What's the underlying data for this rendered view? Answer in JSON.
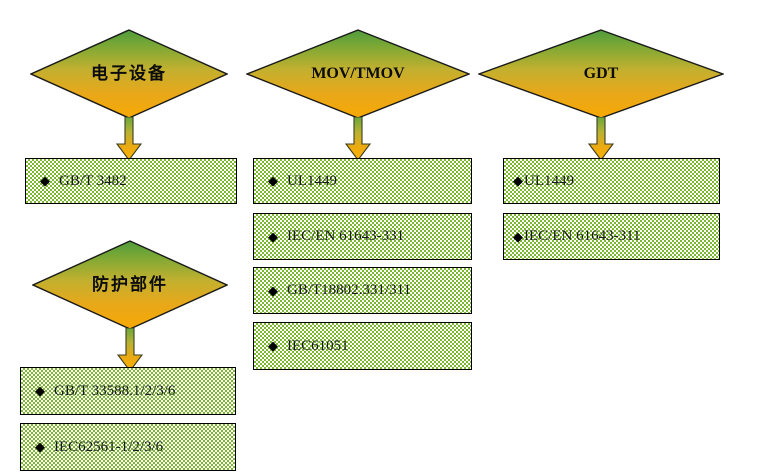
{
  "diagram": {
    "title": "Surge protection component standards map",
    "background_color": "#ffffff",
    "palette": {
      "diamond_gradient_top": "#4f9b3c",
      "diamond_gradient_mid": "#c8b330",
      "diamond_gradient_bottom": "#f4a505",
      "diamond_outline": "#1a1a1a",
      "box_pattern_green": "#7cb82f",
      "box_pattern_white": "#ffffff",
      "box_outline": "#000000",
      "text_color": "#1a1a1a",
      "bullet_color": "#000000"
    },
    "bullet_glyph": "◆",
    "columns": [
      {
        "id": "electronic-equipment",
        "node": {
          "label": "电子设备",
          "shape": "diamond",
          "script": "cjk"
        },
        "connector": {
          "type": "block-arrow-down",
          "direction": "down"
        },
        "items": [
          {
            "label": "GB/T 3482"
          }
        ]
      },
      {
        "id": "mov-tmov",
        "node": {
          "label": "MOV/TMOV",
          "shape": "diamond",
          "script": "latin"
        },
        "connector": {
          "type": "block-arrow-down",
          "direction": "down"
        },
        "items": [
          {
            "label": "UL1449"
          },
          {
            "label": "IEC/EN 61643-331"
          },
          {
            "label": "GB/T18802.331/311"
          },
          {
            "label": "IEC61051"
          }
        ]
      },
      {
        "id": "gdt",
        "node": {
          "label": "GDT",
          "shape": "diamond",
          "script": "latin"
        },
        "connector": {
          "type": "block-arrow-down",
          "direction": "down"
        },
        "items": [
          {
            "label": "UL1449"
          },
          {
            "label": "IEC/EN 61643-311"
          }
        ]
      },
      {
        "id": "protection-components",
        "node": {
          "label": "防护部件",
          "shape": "diamond",
          "script": "cjk"
        },
        "connector": {
          "type": "block-arrow-down",
          "direction": "down"
        },
        "items": [
          {
            "label": "GB/T 33588.1/2/3/6"
          },
          {
            "label": "IEC62561-1/2/3/6"
          }
        ]
      }
    ]
  }
}
